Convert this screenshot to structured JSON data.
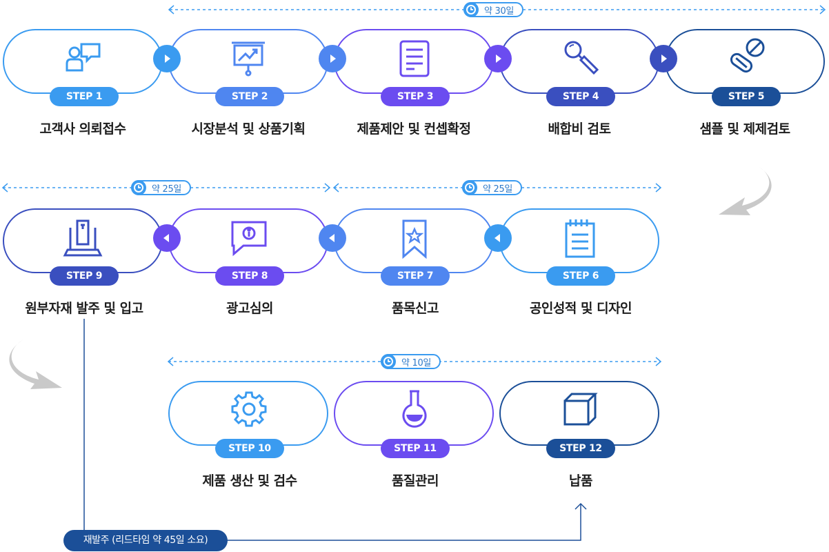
{
  "steps": [
    {
      "badge": "STEP 1",
      "label": "고객사 의뢰접수",
      "icon": "customer-chat-icon",
      "color": "#3a9bf0"
    },
    {
      "badge": "STEP 2",
      "label": "시장분석 및 상품기획",
      "icon": "presentation-chart-icon",
      "color": "#4f86f0"
    },
    {
      "badge": "STEP 3",
      "label": "제품제안 및 컨셉확정",
      "icon": "document-icon",
      "color": "#6b4cf0"
    },
    {
      "badge": "STEP 4",
      "label": "배합비 검토",
      "icon": "magnifier-icon",
      "color": "#3a4fbf"
    },
    {
      "badge": "STEP 5",
      "label": "샘플 및 제제검토",
      "icon": "pill-capsule-icon",
      "color": "#1b4f98"
    },
    {
      "badge": "STEP 6",
      "label": "공인성적 및 디자인",
      "icon": "notepad-icon",
      "color": "#3a9bf0"
    },
    {
      "badge": "STEP 7",
      "label": "품목신고",
      "icon": "bookmark-star-icon",
      "color": "#4f86f0"
    },
    {
      "badge": "STEP 8",
      "label": "광고심의",
      "icon": "info-speech-icon",
      "color": "#6b4cf0"
    },
    {
      "badge": "STEP 9",
      "label": "원부자재 발주 및 입고",
      "icon": "warehouse-box-icon",
      "color": "#3a4fbf"
    },
    {
      "badge": "STEP 10",
      "label": "제품 생산 및 검수",
      "icon": "gear-icon",
      "color": "#3a9bf0"
    },
    {
      "badge": "STEP 11",
      "label": "품질관리",
      "icon": "flask-icon",
      "color": "#6b4cf0"
    },
    {
      "badge": "STEP 12",
      "label": "납품",
      "icon": "cube-box-icon",
      "color": "#1b4f98"
    }
  ],
  "durations": [
    {
      "label": "약 30일"
    },
    {
      "label": "약 25일"
    },
    {
      "label": "약 25일"
    },
    {
      "label": "약 10일"
    }
  ],
  "reorder": {
    "label": "재발주 (리드타임 약 45일 소요)"
  }
}
